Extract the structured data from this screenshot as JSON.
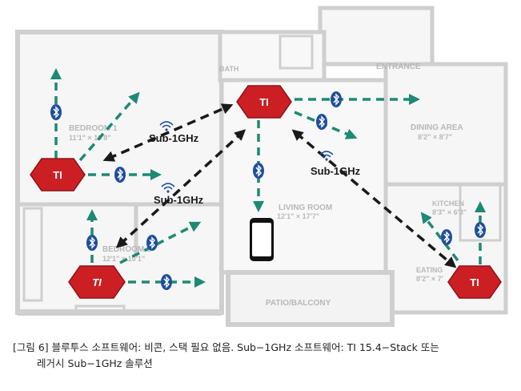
{
  "rooms": {
    "bath": "BATH",
    "entrance": "ENTRANCE",
    "dining": "DINING AREA",
    "dining_dim": "8'2\" × 8'7\"",
    "bedroom1": "BEDROOM 1",
    "bedroom1_dim": "11'1\" × 10'8\"",
    "living": "LIVING ROOM",
    "living_dim": "12'1\" × 17'7\"",
    "bedroom2": "BEDROOM 2",
    "bedroom2_dim": "12'1\" × 10'1\"",
    "kitchen": "KITCHEN",
    "kitchen_dim": "8'3\" × 6'3\"",
    "eating": "EATING",
    "eating_dim": "8'2\" × 7'",
    "patio": "PATIO/BALCONY"
  },
  "nodes": {
    "center": "TI",
    "left": "TI",
    "bottom_left": "TI",
    "right": "TI"
  },
  "links": {
    "label_top": "Sub-1GHz",
    "label_mid": "Sub-1GHz",
    "label_right": "Sub-1GHz"
  },
  "colors": {
    "ti_red": "#cc1f24",
    "arrow_green": "#1e8a73",
    "arrow_black": "#1a1a1a",
    "bt_blue": "#1f4f9c",
    "plan_gray": "#c9c9c9"
  },
  "caption": {
    "line1": "[그림 6] 블루투스 소프트웨어: 비콘, 스택 필요 없음. Sub−1GHz 소프트웨어: TI 15.4−Stack 또는",
    "line2": "레거시 Sub−1GHz 솔루션"
  }
}
